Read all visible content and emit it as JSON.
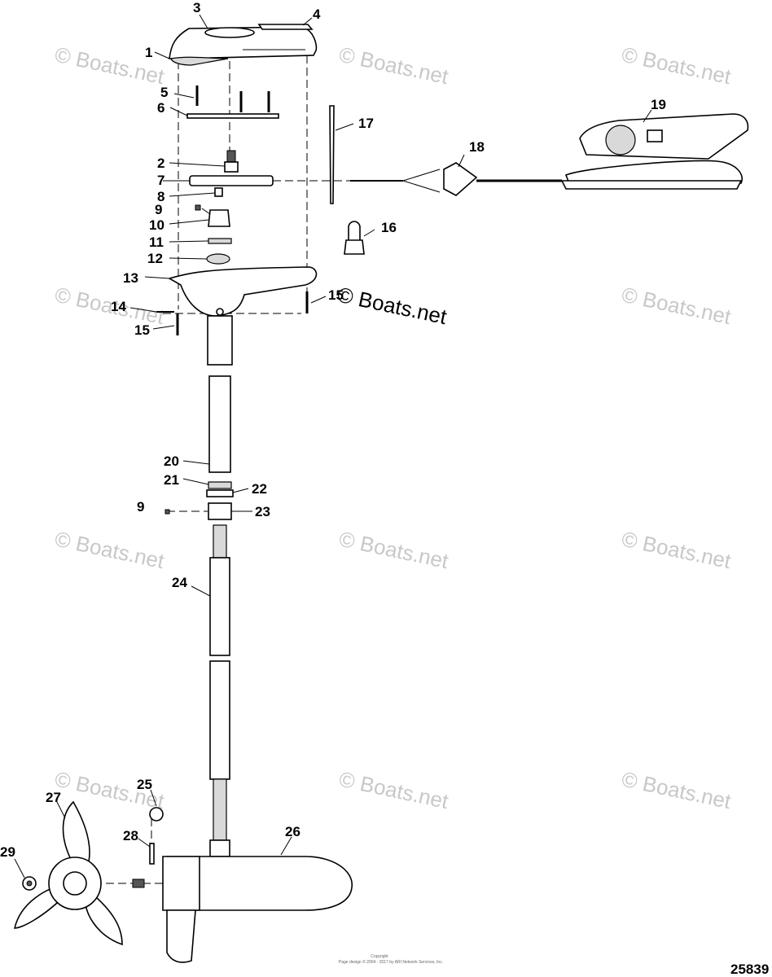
{
  "diagram": {
    "callouts": [
      {
        "id": "c1",
        "text": "1"
      },
      {
        "id": "c2",
        "text": "2"
      },
      {
        "id": "c3",
        "text": "3"
      },
      {
        "id": "c4",
        "text": "4"
      },
      {
        "id": "c5",
        "text": "5"
      },
      {
        "id": "c6",
        "text": "6"
      },
      {
        "id": "c7",
        "text": "7"
      },
      {
        "id": "c8",
        "text": "8"
      },
      {
        "id": "c9a",
        "text": "9"
      },
      {
        "id": "c10",
        "text": "10"
      },
      {
        "id": "c11",
        "text": "11"
      },
      {
        "id": "c12",
        "text": "12"
      },
      {
        "id": "c13",
        "text": "13"
      },
      {
        "id": "c14",
        "text": "14"
      },
      {
        "id": "c15a",
        "text": "15"
      },
      {
        "id": "c15b",
        "text": "15"
      },
      {
        "id": "c16",
        "text": "16"
      },
      {
        "id": "c17",
        "text": "17"
      },
      {
        "id": "c18",
        "text": "18"
      },
      {
        "id": "c19",
        "text": "19"
      },
      {
        "id": "c20",
        "text": "20"
      },
      {
        "id": "c21",
        "text": "21"
      },
      {
        "id": "c22",
        "text": "22"
      },
      {
        "id": "c9b",
        "text": "9"
      },
      {
        "id": "c23",
        "text": "23"
      },
      {
        "id": "c24",
        "text": "24"
      },
      {
        "id": "c25",
        "text": "25"
      },
      {
        "id": "c26",
        "text": "26"
      },
      {
        "id": "c27",
        "text": "27"
      },
      {
        "id": "c28",
        "text": "28"
      },
      {
        "id": "c29",
        "text": "29"
      }
    ],
    "watermark_text": "© Boats.net",
    "watermark_center_text": "© Boats.net",
    "diagram_number": "25839",
    "footer_line1": "Copyright",
    "footer_line2": "Page design © 2004 - 2017 by ARI Network Services, Inc."
  }
}
